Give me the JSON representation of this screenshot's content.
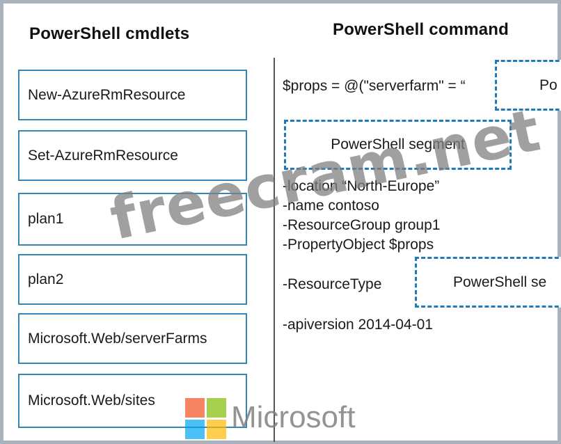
{
  "left_panel": {
    "heading": "PowerShell cmdlets",
    "items": [
      "New-AzureRmResource",
      "Set-AzureRmResource",
      "plan1",
      "plan2",
      "Microsoft.Web/serverFarms",
      "Microsoft.Web/sites"
    ]
  },
  "right_panel": {
    "heading": "PowerShell command",
    "line1_prefix": "$props = @(\"serverfarm\" = “",
    "target1_text": "Po",
    "target2_text": "PowerShell segment",
    "param_location": "-location “North-Europe”",
    "param_name": "-name contoso",
    "param_group": "-ResourceGroup group1",
    "param_property": "-PropertyObject $props",
    "param_type": "-ResourceType",
    "target3_text": "PowerShell se",
    "param_api": "-apiversion 2014-04-01"
  },
  "watermark": {
    "text": "freecram.net",
    "brand_text": "Microsoft",
    "logo_colors": [
      "#f25022",
      "#7fba00",
      "#00a4ef",
      "#ffb900"
    ]
  }
}
